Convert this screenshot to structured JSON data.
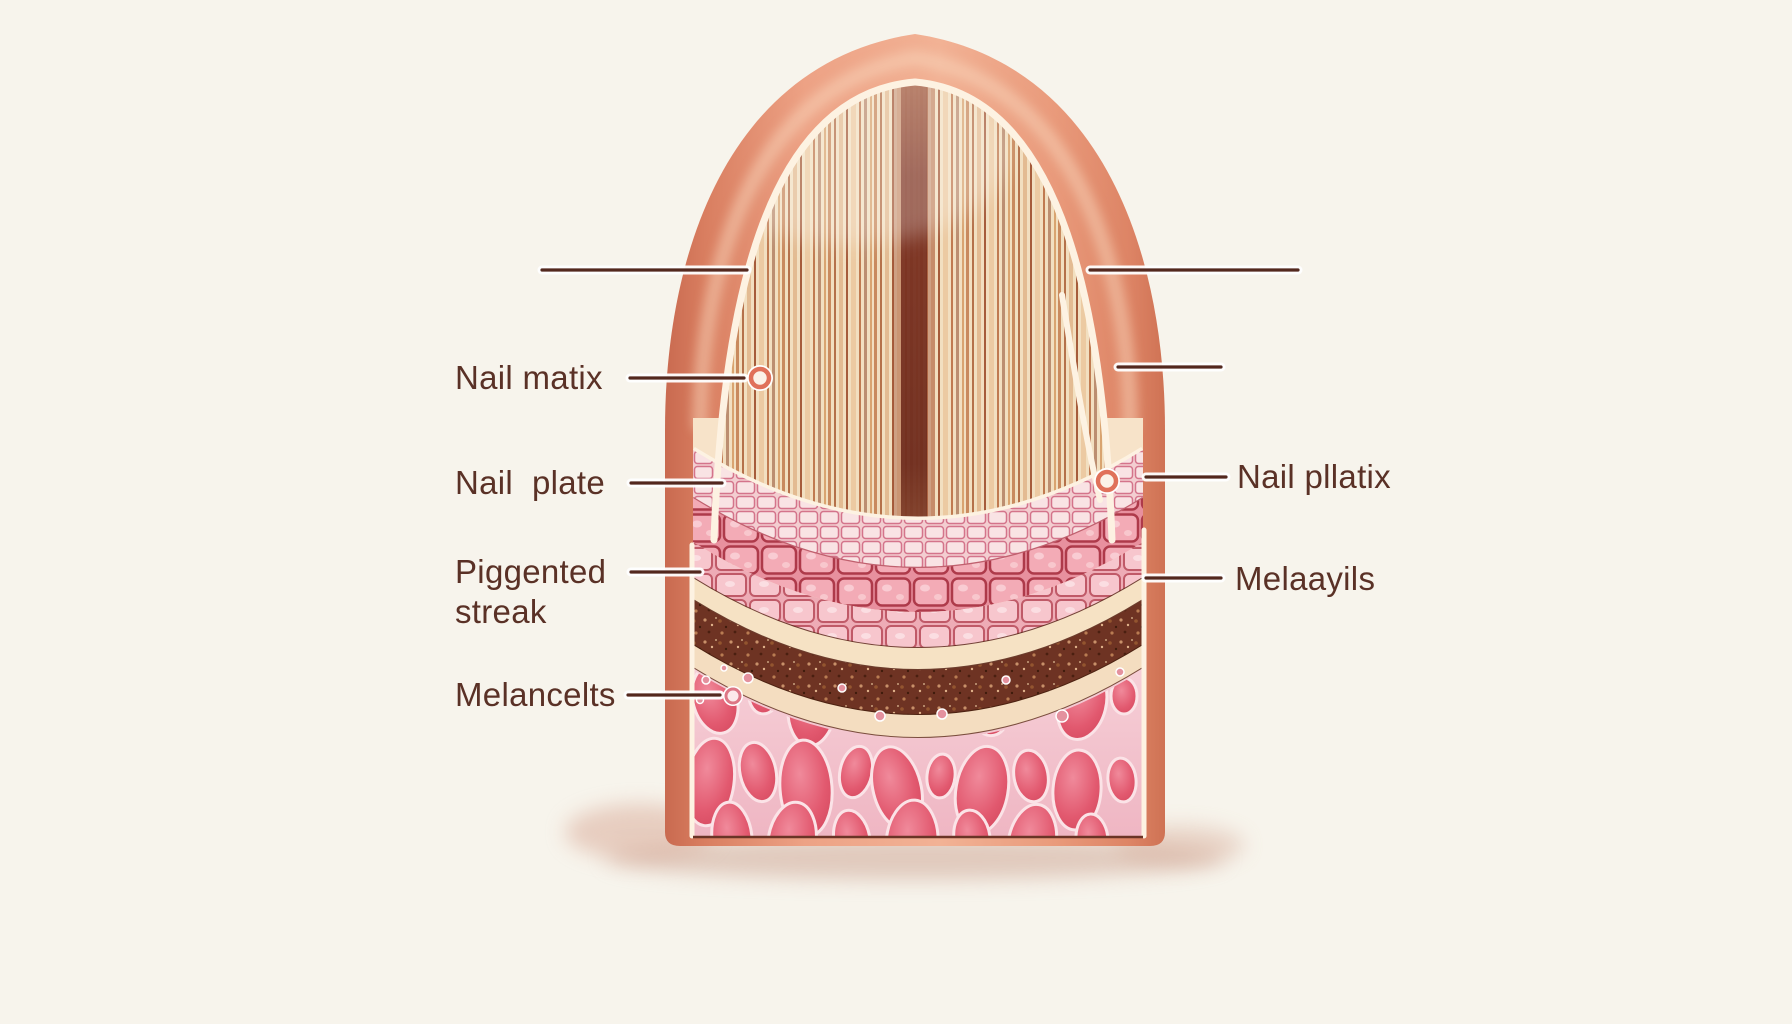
{
  "canvas": {
    "background": "#f7f4ec"
  },
  "diagram": {
    "type": "anatomical-illustration",
    "subject": "fingernail longitudinal cross-section with pigmented streak",
    "text_color": "#5a3126",
    "palette": {
      "skin": "#e49a7b",
      "skin_dark": "#cf7254",
      "nail_plate": "#f2dfc0",
      "striation": "#b06a48",
      "central_streak": "#7e3322",
      "matrix_cells": "#f3abb6",
      "pigment_band": "#6e3323",
      "dermis": "#f4c3cd",
      "dermis_blob": "#dd5168",
      "leader_line": "#53281e",
      "ring_marker": "#e0715a"
    },
    "labels": {
      "nail_matrix": "Nail matix",
      "nail_plate": "Nail  plate",
      "pigmented_streak": "Piggented\nstreak",
      "melanocytes": "Melancelts",
      "nail_pllatix": "Nail pllatix",
      "melaayils": "Melaayils"
    }
  }
}
